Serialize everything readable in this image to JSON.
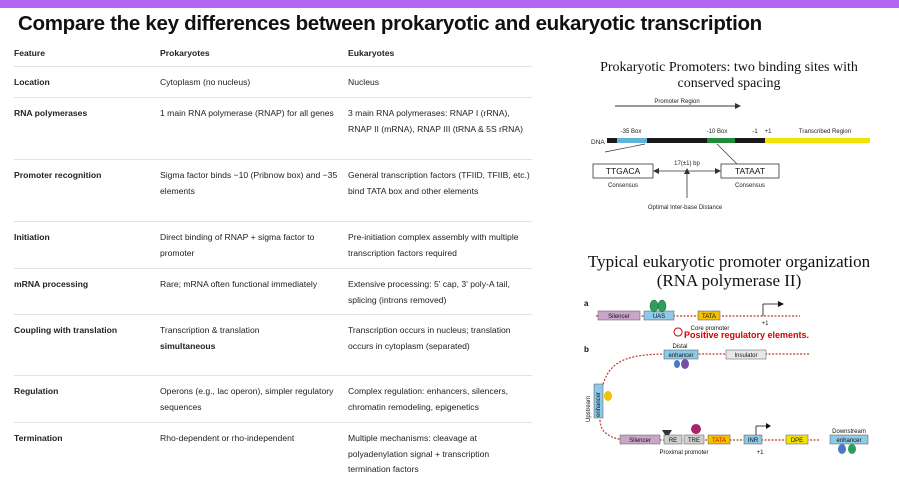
{
  "title": "Compare the key differences between prokaryotic and eukaryotic transcription",
  "table": {
    "headers": [
      "Feature",
      "Prokaryotes",
      "Eukaryotes"
    ],
    "rows": [
      {
        "feature": "Location",
        "pro": "Cytoplasm (no nucleus)",
        "pro_bold": "",
        "euk": "Nucleus"
      },
      {
        "feature": "RNA polymerases",
        "pro": "1 main RNA polymerase (RNAP) for all genes",
        "pro_bold": "",
        "euk": "3 main RNA polymerases: RNAP I (rRNA), RNAP II (mRNA), RNAP III (tRNA & 5S rRNA)"
      },
      {
        "feature": "Promoter recognition",
        "pro": "Sigma factor binds −10 (Pribnow box) and −35 elements",
        "pro_bold": "",
        "euk": "General transcription factors (TFIID, TFIIB, etc.) bind TATA box and other elements"
      },
      {
        "feature": "Initiation",
        "pro": "Direct binding of RNAP + sigma factor to promoter",
        "pro_bold": "",
        "euk": "Pre-initiation complex assembly with multiple transcription factors required"
      },
      {
        "feature": "mRNA processing",
        "pro": "Rare; mRNA often functional immediately",
        "pro_bold": "",
        "euk": "Extensive processing: 5' cap, 3' poly-A tail, splicing (introns removed)"
      },
      {
        "feature": "Coupling with translation",
        "pro": "Transcription & translation",
        "pro_bold": "simultaneous",
        "euk": "Transcription occurs in nucleus; translation occurs in cytoplasm (separated)"
      },
      {
        "feature": "Regulation",
        "pro": "Operons (e.g., lac operon), simpler regulatory sequences",
        "pro_bold": "",
        "euk": "Complex regulation: enhancers, silencers, chromatin remodeling, epigenetics"
      },
      {
        "feature": "Termination",
        "pro": "Rho-dependent or rho-independent",
        "pro_bold": "",
        "euk": "Multiple mechanisms: cleavage at polyadenylation signal + transcription termination factors"
      }
    ]
  },
  "prokaryotic_figure": {
    "title": "Prokaryotic Promoters: two binding sites with conserved spacing",
    "promoter_region": "Promoter Region",
    "dna": "DNA",
    "box35": "-35 Box",
    "box10": "-10 Box",
    "minus1": "-1",
    "plus1": "+1",
    "transcribed": "Transcribed Region",
    "spacing": "17(±1) bp",
    "seq35": "TTGACA",
    "seq10": "TATAAT",
    "consensus": "Consensus",
    "optimal": "Optimal Inter-base Distance"
  },
  "eukaryotic_figure": {
    "title": "Typical eukaryotic promoter organization (RNA polymerase II)",
    "a": "a",
    "b": "b",
    "silencer": "Silencer",
    "uas": "UAS",
    "tata": "TATA",
    "core_promoter": "Core promoter",
    "plus1": "+1",
    "positive": "Positive regulatory elements.",
    "distal": "Distal",
    "enhancer": "enhancer",
    "insulator": "Insulator",
    "upstream": "Upstream",
    "re": "RE",
    "tre": "TRE",
    "inr": "INR",
    "dpe": "DPE",
    "proximal": "Proximal promoter",
    "downstream": "Downstream"
  },
  "colors": {
    "topbar": "#b566f0",
    "red_text": "#d40000",
    "box35": "#5fb3d9",
    "box10": "#1f8a3a",
    "transcribed": "#f4e300",
    "tata_box": "#f2c100",
    "enhancer_box": "#8ec9e8",
    "silencer_box": "#c9a6c9"
  }
}
